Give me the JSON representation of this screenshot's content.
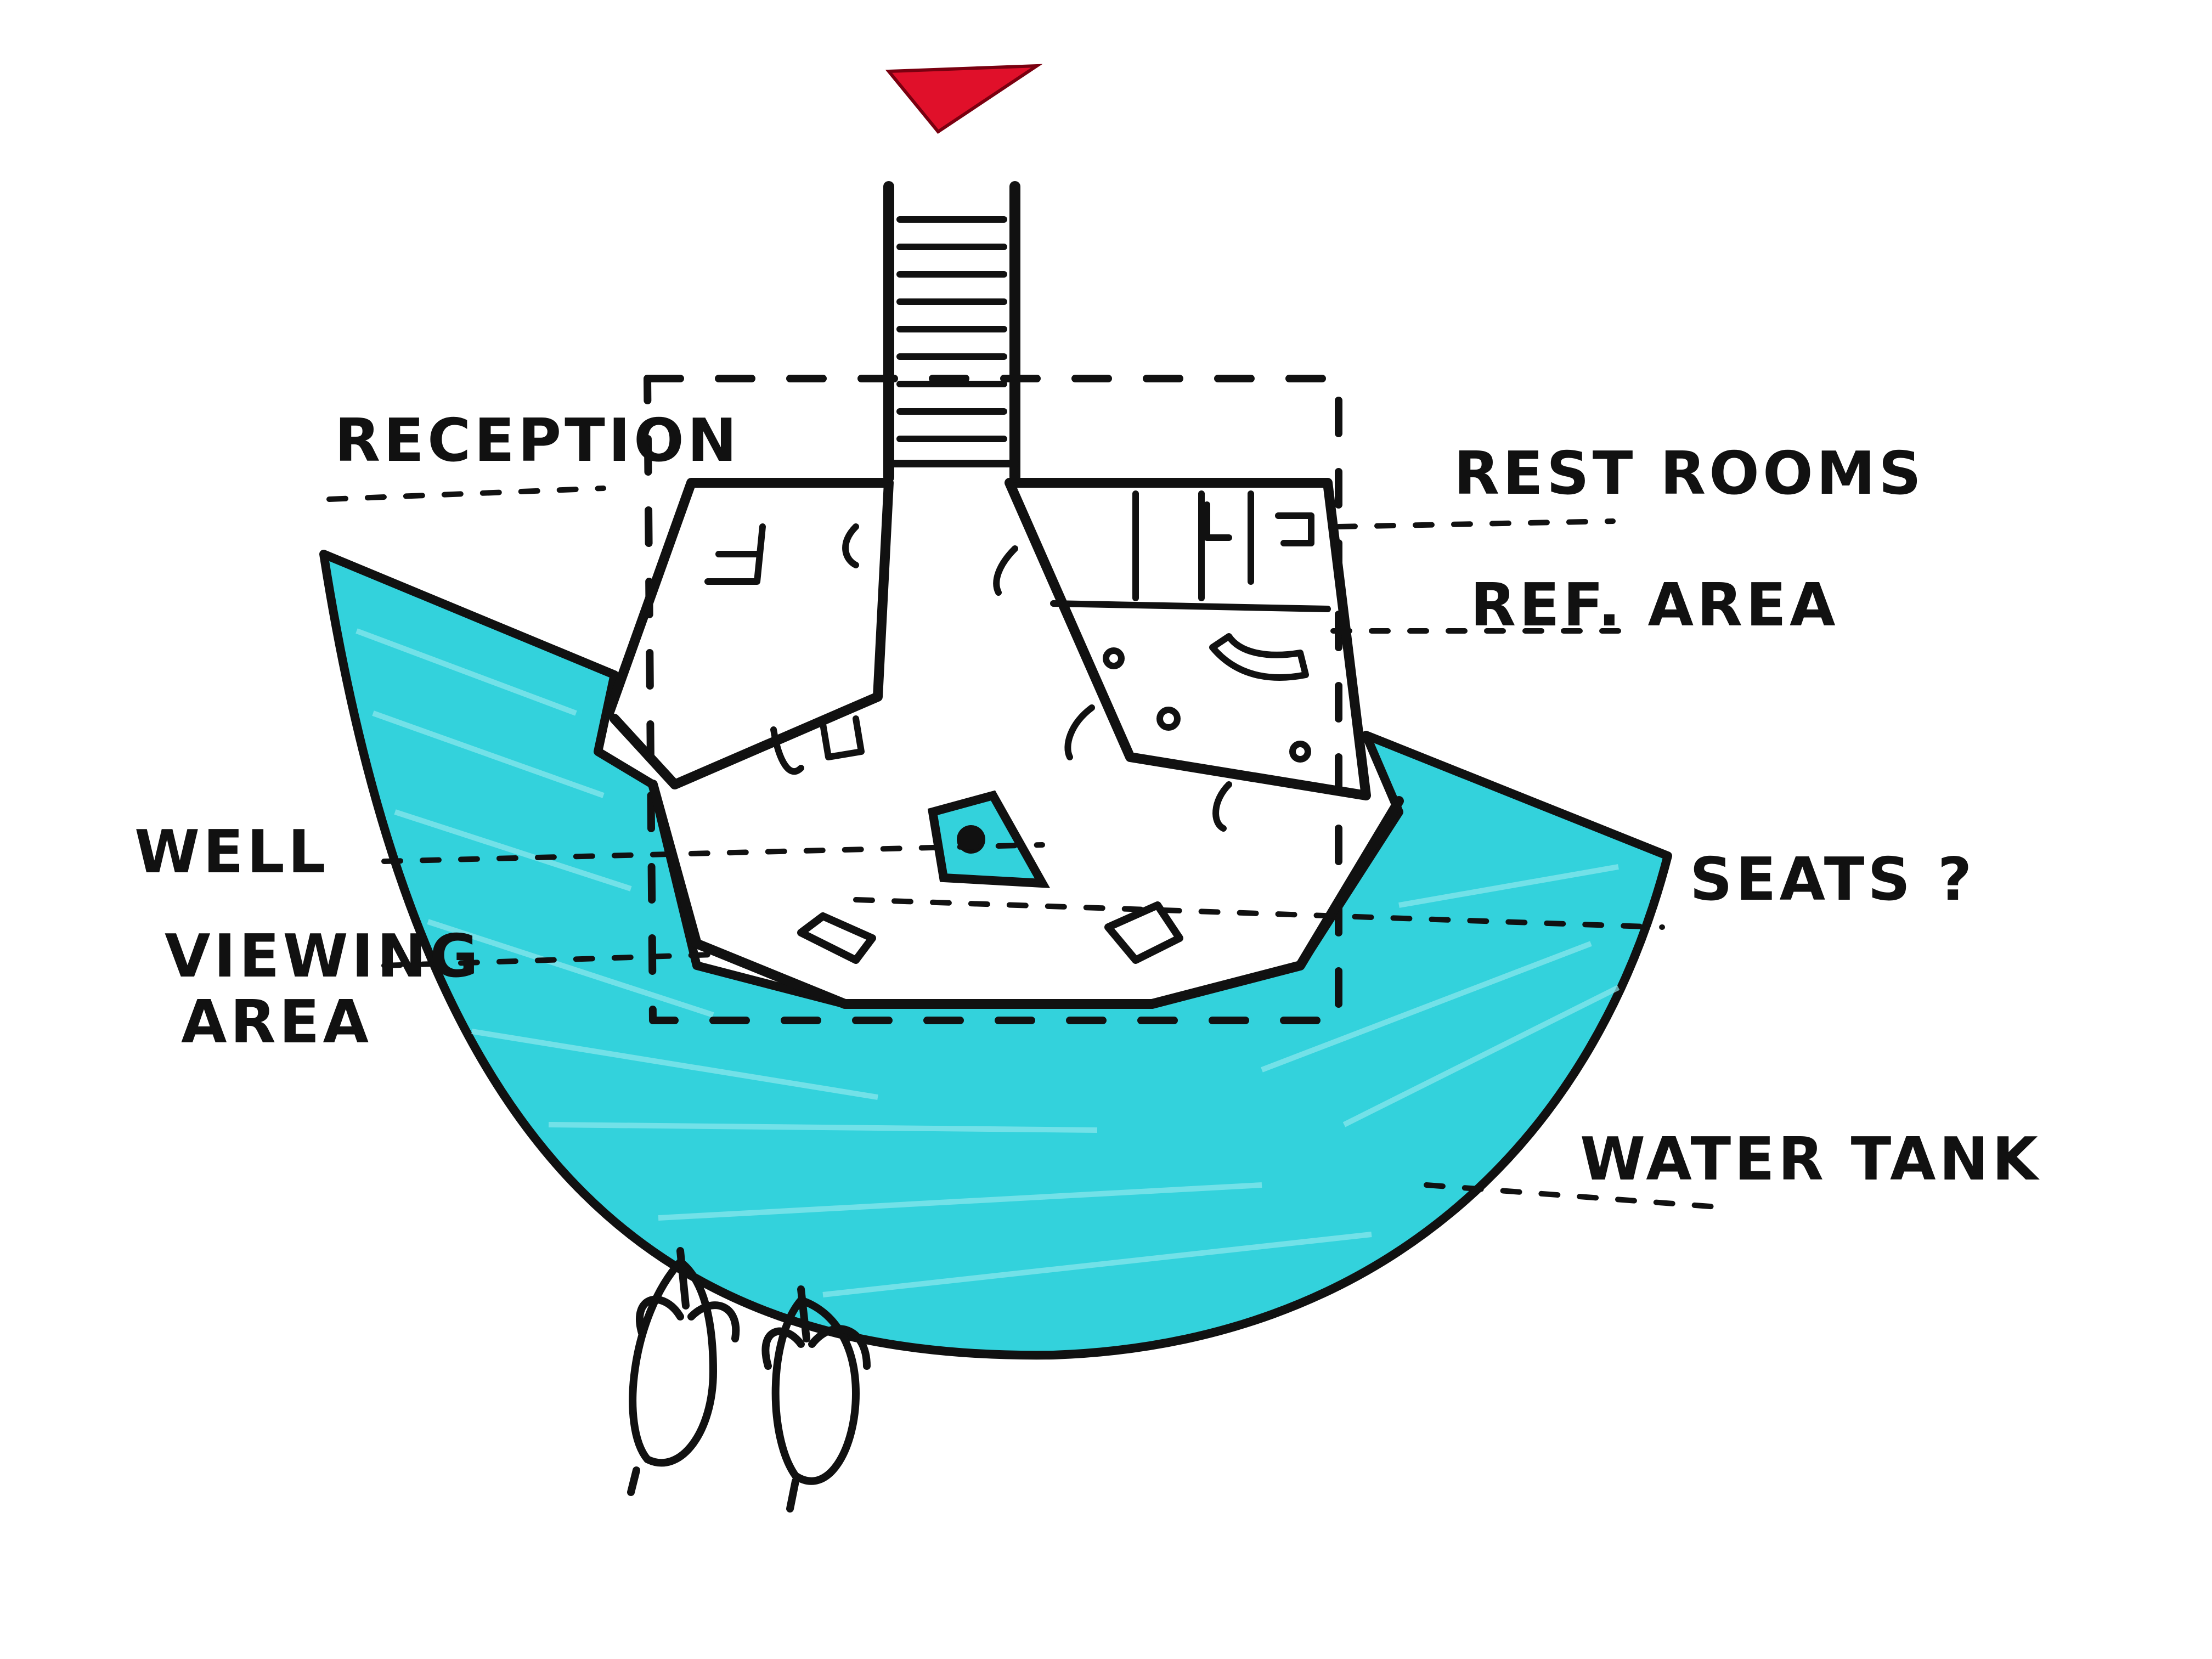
{
  "labels": {
    "reception": "RECEPTION",
    "rest_rooms": "REST ROOMS",
    "ref_area": "REF. AREA",
    "well": "WELL",
    "seats": "SEATS ?",
    "viewing_area_line1": "VIEWING",
    "viewing_area_line2": "AREA",
    "water_tank": "WATER TANK"
  },
  "colors": {
    "ink": "#111111",
    "water": "#33d2dc",
    "north_arrow": "#e0102a",
    "background": "#ffffff"
  },
  "icons": {
    "north_arrow": "north-arrow-icon",
    "person": "person-figure-icon"
  }
}
